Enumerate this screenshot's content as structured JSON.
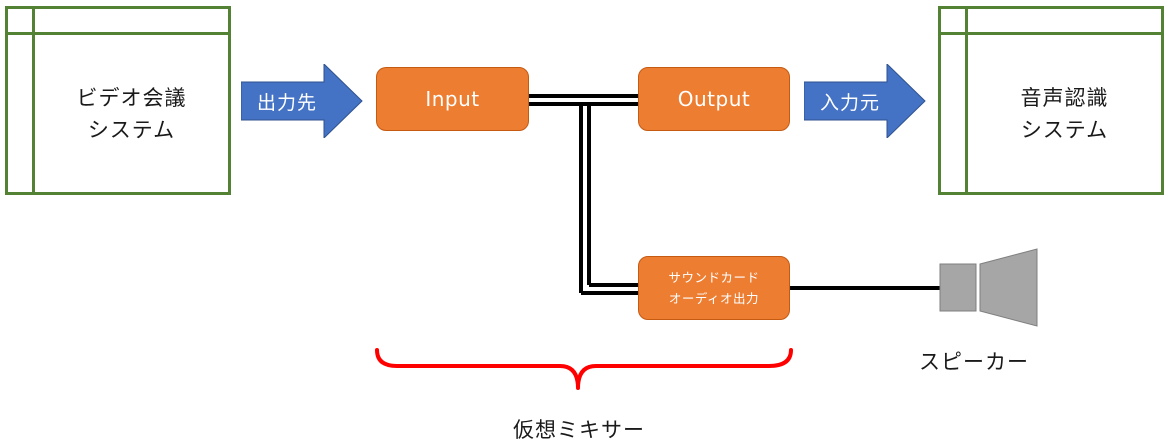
{
  "video_system": {
    "line1": "ビデオ会議",
    "line2": "システム"
  },
  "speech_system": {
    "line1": "音声認識",
    "line2": "システム"
  },
  "arrow_output_to": {
    "label": "出力先"
  },
  "arrow_input_from": {
    "label": "入力元"
  },
  "input_block": {
    "label": "Input"
  },
  "output_block": {
    "label": "Output"
  },
  "soundcard_block": {
    "line1": "サウンドカード",
    "line2": "オーディオ出力"
  },
  "speaker": {
    "label": "スピーカー"
  },
  "mixer_brace": {
    "label": "仮想ミキサー"
  },
  "colors": {
    "system_border": "#548235",
    "arrow_fill": "#4472c4",
    "block_fill": "#ed7d31",
    "brace": "#ff0000",
    "speaker_fill": "#a6a6a6"
  }
}
